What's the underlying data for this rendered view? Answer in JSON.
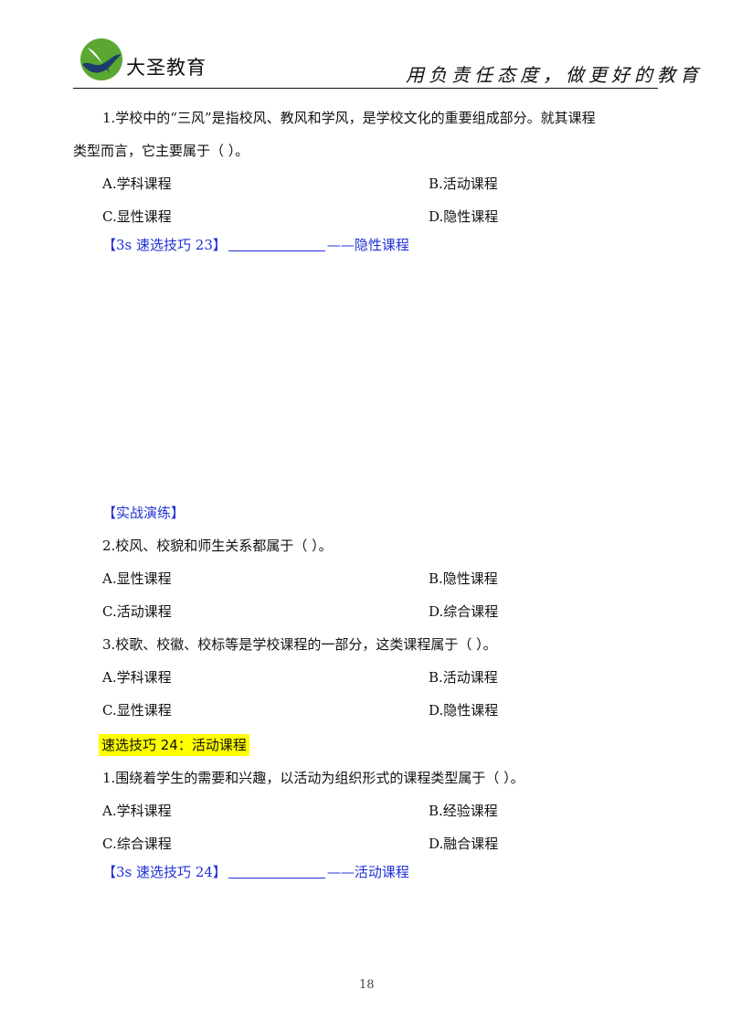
{
  "header": {
    "brand": "大圣教育",
    "slogan": "用负责任态度，做更好的教育"
  },
  "section1": {
    "question": {
      "line1": "1.学校中的“三风”是指校风、教风和学风，是学校文化的重要组成部分。就其课程",
      "line2": "类型而言，它主要属于（    ）。",
      "a": "A.学科课程",
      "b": "B.活动课程",
      "c": "C.显性课程",
      "d": "D.隐性课程"
    },
    "tip": {
      "label": "【3s 速选技巧 23】",
      "answer": "——隐性课程"
    }
  },
  "practice": {
    "heading": "【实战演练】",
    "q2": {
      "text": "2.校风、校貌和师生关系都属于（    ）。",
      "a": "A.显性课程",
      "b": "B.隐性课程",
      "c": "C.活动课程",
      "d": "D.综合课程"
    },
    "q3": {
      "text": "3.校歌、校徽、校标等是学校课程的一部分，这类课程属于（    ）。",
      "a": "A.学科课程",
      "b": "B.活动课程",
      "c": "C.显性课程",
      "d": "D.隐性课程"
    }
  },
  "section2": {
    "title": "速选技巧 24：活动课程",
    "question": {
      "text": "1.围绕着学生的需要和兴趣，以活动为组织形式的课程类型属于（    ）。",
      "a": "A.学科课程",
      "b": "B.经验课程",
      "c": "C.综合课程",
      "d": "D.融合课程"
    },
    "tip": {
      "label": "【3s 速选技巧 24】",
      "answer": "——活动课程"
    }
  },
  "footer": {
    "page_number": "18"
  },
  "colors": {
    "tip_blue": "#1f2fd6",
    "highlight": "#ffff00",
    "logo_green": "#5aa832",
    "logo_navy": "#1d3c6e"
  },
  "icons": {
    "logo": "swallow-logo-icon"
  }
}
